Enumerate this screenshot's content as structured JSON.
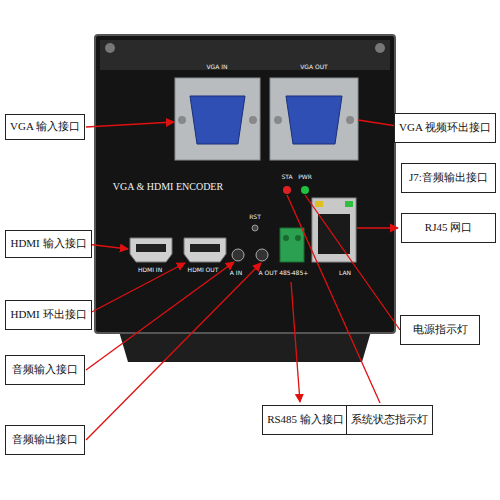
{
  "diagram": {
    "nodes": [
      {
        "text": [
          "VGA 输入接口"
        ]
      },
      {
        "text": [
          "VGA 视频环出接口"
        ]
      },
      {
        "text": [
          "J7:音频输出接口"
        ]
      },
      {
        "text": [
          "RJ45 网口"
        ]
      },
      {
        "text": [
          "HDMI 输入接口"
        ]
      },
      {
        "text": [
          "HDMI 环出接口"
        ]
      },
      {
        "text": [
          "电源指示灯"
        ]
      },
      {
        "text": [
          "音频输入接口"
        ]
      },
      {
        "text": [
          "RS485 输入接口"
        ]
      },
      {
        "text": [
          "系统状态指示灯"
        ]
      },
      {
        "text": [
          "音频输出接口"
        ]
      }
    ],
    "labels": [
      "VGA IN",
      "VGA OUT",
      "VGA & HDMI ENCODER",
      "STA",
      "PWR",
      "RST",
      "HDMI IN",
      "HDMI OUT",
      "A IN",
      "A OUT",
      "485-",
      "485+",
      "LAN"
    ]
  }
}
